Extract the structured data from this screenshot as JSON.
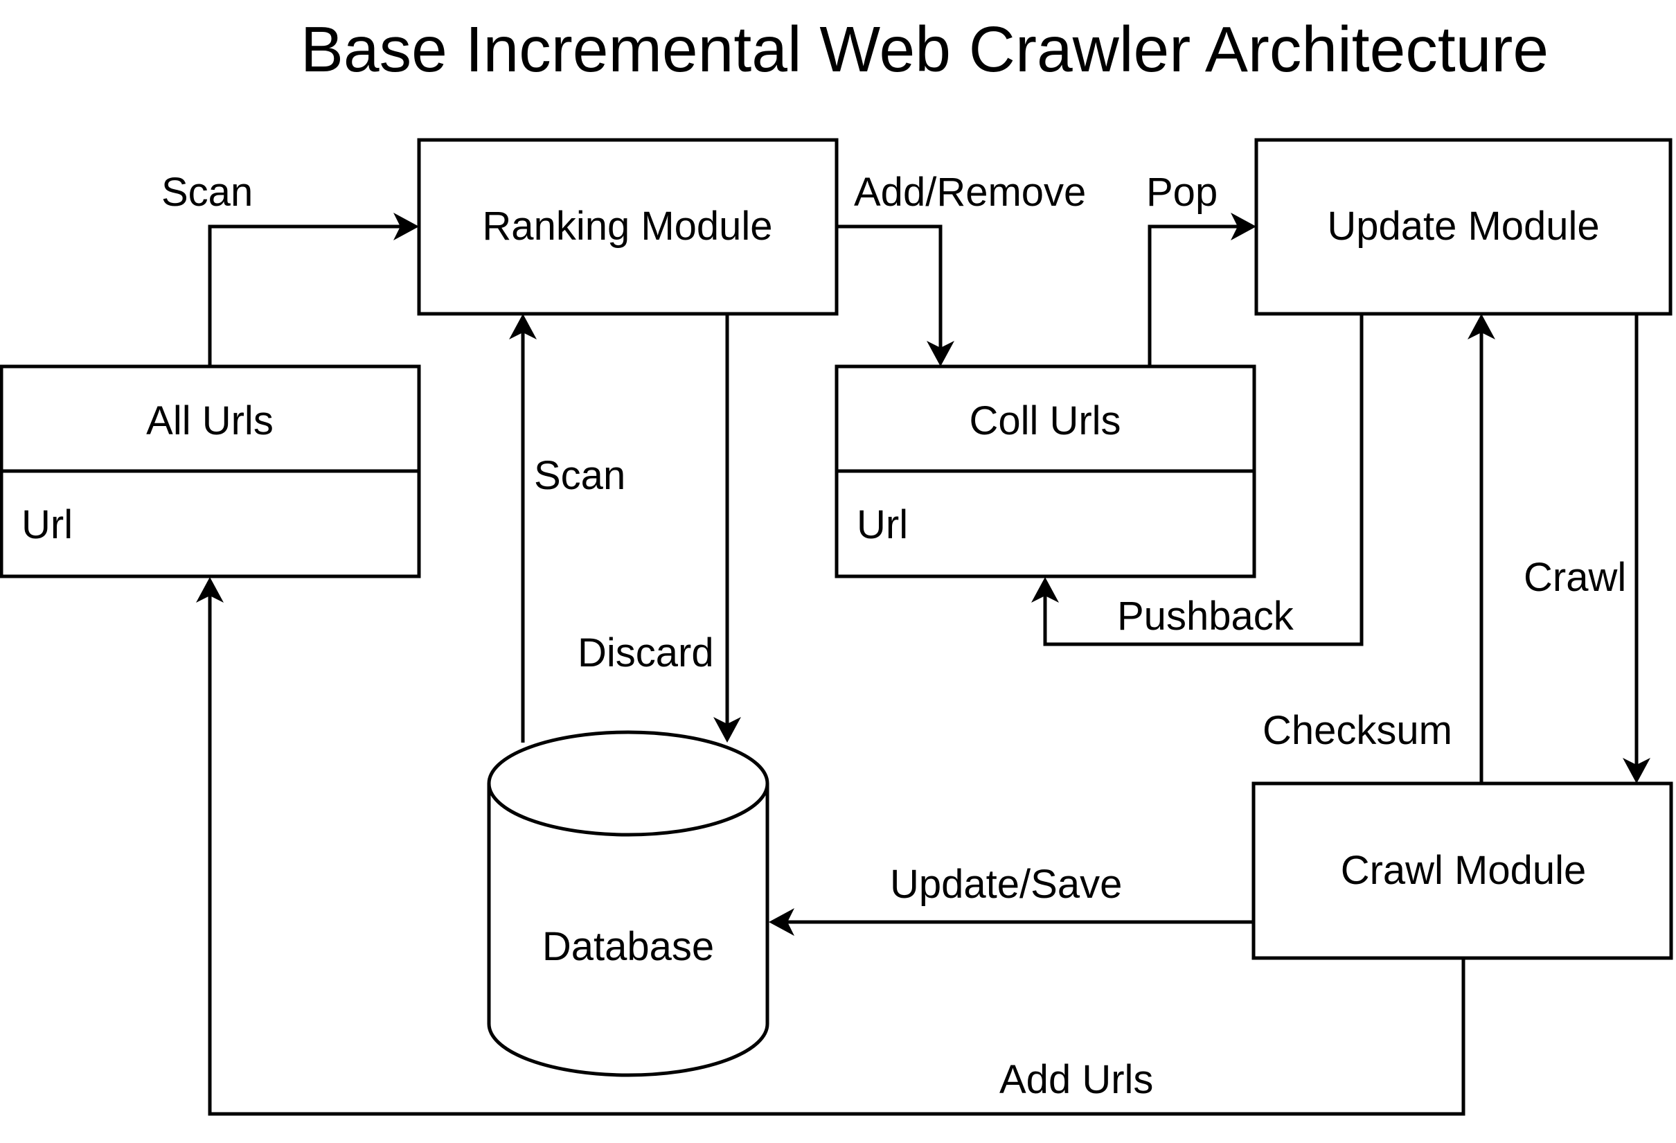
{
  "title": "Base Incremental Web Crawler Architecture",
  "nodes": {
    "ranking": "Ranking Module",
    "update": "Update Module",
    "crawl": "Crawl Module",
    "all_urls": {
      "header": "All Urls",
      "field": "Url"
    },
    "coll_urls": {
      "header": "Coll Urls",
      "field": "Url"
    },
    "database": "Database"
  },
  "edges": {
    "all_to_ranking": "Scan",
    "ranking_to_coll": "Add/Remove",
    "coll_to_update": "Pop",
    "db_to_ranking": "Scan",
    "ranking_to_db": "Discard",
    "update_to_coll": "Pushback",
    "update_to_crawl": "Crawl",
    "crawl_to_update": "Checksum",
    "crawl_to_db": "Update/Save",
    "crawl_to_all": "Add Urls"
  }
}
